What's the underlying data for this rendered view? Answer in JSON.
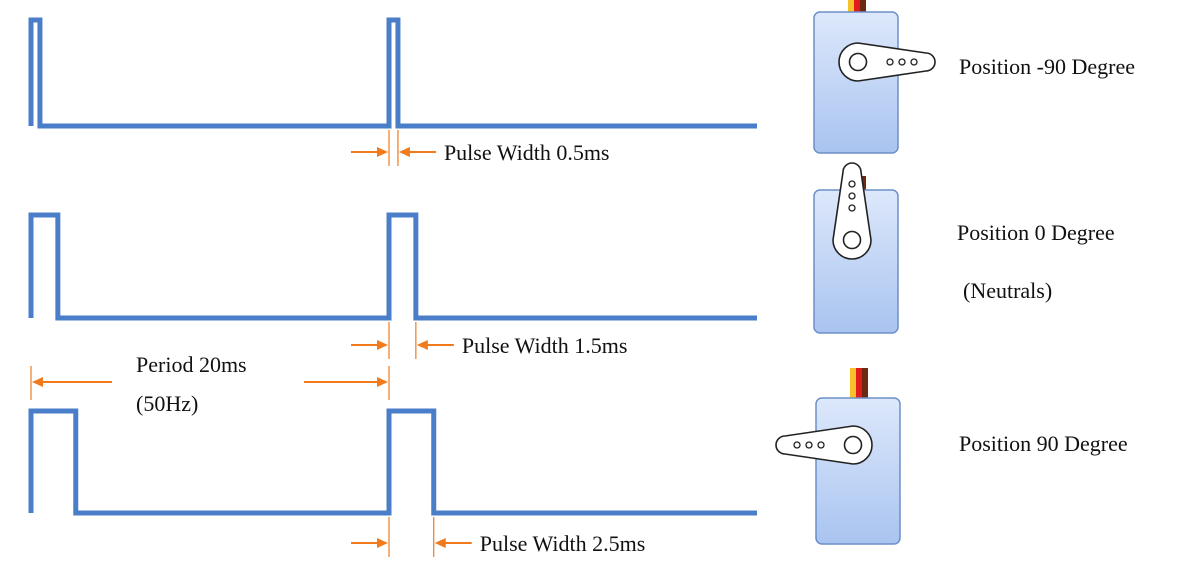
{
  "colors": {
    "signal": "#4a7ec8",
    "arrow": "#f07a1c",
    "servo_fill_top": "#dde8fb",
    "servo_fill_bottom": "#a9c4f0",
    "servo_stroke": "#6d8fc8",
    "wire_brown": "#6b2b12",
    "wire_red": "#e11b1b",
    "wire_yellow": "#f7c229",
    "horn_stroke": "#222222"
  },
  "icons": [
    "servo-icon",
    "servo-horn-icon"
  ],
  "rows": [
    {
      "id": "minus90",
      "pulse_width_ms": 0.5,
      "pulse_label": "Pulse Width 0.5ms",
      "position_lines": [
        "Position -90 Degree"
      ],
      "horn_angle_deg": 0
    },
    {
      "id": "zero",
      "pulse_width_ms": 1.5,
      "pulse_label": "Pulse Width 1.5ms",
      "position_lines": [
        "Position 0 Degree",
        "(Neutrals)"
      ],
      "horn_angle_deg": -90
    },
    {
      "id": "plus90",
      "pulse_width_ms": 2.5,
      "pulse_label": "Pulse Width 2.5ms",
      "position_lines": [
        "Position  90 Degree"
      ],
      "horn_angle_deg": 180
    }
  ],
  "period": {
    "ms": 20,
    "label_lines": [
      "Period 20ms",
      "(50Hz)"
    ]
  }
}
